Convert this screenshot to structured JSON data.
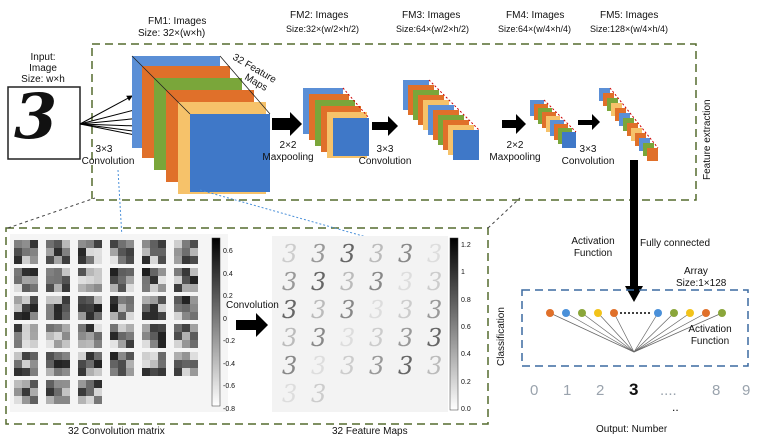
{
  "input": {
    "label": "Input:",
    "sub": "Image",
    "size": "Size: w×h",
    "digit": "3"
  },
  "stages": [
    {
      "title": "FM1: Images",
      "size": "Size: 32×(w×h)"
    },
    {
      "title": "FM2: Images",
      "size": "Size:32×(w/2×h/2)"
    },
    {
      "title": "FM3: Images",
      "size": "Size:64×(w/2×h/2)"
    },
    {
      "title": "FM4: Images",
      "size": "Size:64×(w/4×h/4)"
    },
    {
      "title": "FM5: Images",
      "size": "Size:128×(w/4×h/4)"
    }
  ],
  "ops": [
    {
      "line1": "3×3",
      "line2": "Convolution"
    },
    {
      "line1": "2×2",
      "line2": "Maxpooling"
    },
    {
      "line1": "3×3",
      "line2": "Convolution"
    },
    {
      "line1": "2×2",
      "line2": "Maxpooling"
    },
    {
      "line1": "3×3",
      "line2": "Convolution"
    }
  ],
  "feature_maps_note": {
    "line1": "32 Feature",
    "line2": "Maps"
  },
  "feature_extraction": "Feature extraction",
  "detail": {
    "conv_matrix_label": "32 Convolution matrix",
    "feature_maps_label": "32 Feature Maps",
    "convolution_label": "Convolution",
    "scale1": [
      "0.6",
      "0.4",
      "0.2",
      "0",
      "-0.2",
      "-0.4",
      "-0.6",
      "-0.8"
    ],
    "scale2": [
      "1.2",
      "1",
      "0.8",
      "0.6",
      "0.4",
      "0.2",
      "0.0"
    ]
  },
  "classifier": {
    "activation": {
      "line1": "Activation",
      "line2": "Function"
    },
    "fully_connected": "Fully connected",
    "array": "Array",
    "array_size": "Size:1×128",
    "activation2": {
      "line1": "Activation",
      "line2": "Function"
    },
    "classification": "Classification",
    "digits": [
      "0",
      "1",
      "2",
      "3",
      "....",
      "8",
      "9"
    ],
    "dots_below": "..",
    "output": "Output: Number",
    "node_colors": [
      "#e0702a",
      "#4a90d9",
      "#8aa63a",
      "#f2c31a",
      "#e0702a",
      "#4a90d9",
      "#8aa63a",
      "#f2c31a",
      "#e0702a",
      "#8aa63a"
    ]
  }
}
